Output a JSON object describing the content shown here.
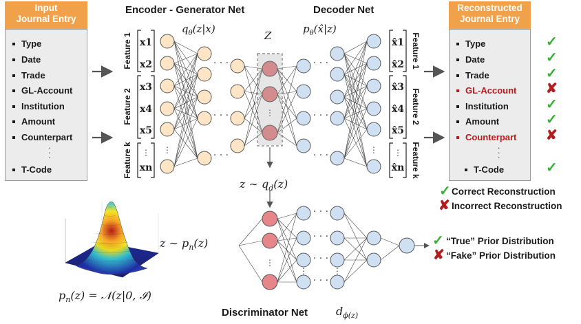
{
  "input_box": {
    "header_line1": "Input",
    "header_line2": "Journal Entry",
    "items": [
      "Type",
      "Date",
      "Trade",
      "GL-Account",
      "Institution",
      "Amount",
      "Counterpart",
      "T-Code"
    ]
  },
  "output_box": {
    "header_line1": "Reconstructed",
    "header_line2": "Journal Entry",
    "items": [
      {
        "label": "Type",
        "correct": true
      },
      {
        "label": "Date",
        "correct": true
      },
      {
        "label": "Trade",
        "correct": true
      },
      {
        "label": "GL-Account",
        "correct": false
      },
      {
        "label": "Institution",
        "correct": true
      },
      {
        "label": "Amount",
        "correct": true
      },
      {
        "label": "Counterpart",
        "correct": false
      },
      {
        "label": "T-Code",
        "correct": true
      }
    ]
  },
  "encoder": {
    "title": "Encoder - Generator Net",
    "formula": "q_θ(z|x)",
    "features": [
      "Feature 1",
      "Feature 2",
      "Feature k"
    ],
    "inputs": [
      "x1",
      "x2",
      "x3",
      "x4",
      "x5",
      "xn"
    ]
  },
  "decoder": {
    "title": "Decoder Net",
    "formula": "p_θ(x̂|z)",
    "features": [
      "Feature 1",
      "Feature 2",
      "Feature k"
    ],
    "outputs": [
      "x̂1",
      "x̂2",
      "x̂3",
      "x̂4",
      "x̂5",
      "x̂n"
    ]
  },
  "latent": {
    "label": "Z",
    "sample_q": "z ~ q_d(z)",
    "sample_p": "z ~ p_n(z)",
    "prior_formula": "p_n(z) = 𝒩(z|0, ℐ)"
  },
  "discriminator": {
    "title": "Discriminator Net",
    "formula": "d_φ(z)"
  },
  "legend": {
    "correct": "Correct Reconstruction",
    "incorrect": "Incorrect Reconstruction",
    "true_prior": "“True” Prior Distribution",
    "fake_prior": "“Fake” Prior Distribution"
  },
  "colors": {
    "orange": "#f0a14a",
    "encoder_node": "#fde5c6",
    "latent_node": "#e6868a",
    "decoder_node": "#cfe0f3",
    "check": "#35b135",
    "cross": "#b31d1d",
    "error_text": "#c0181c"
  }
}
